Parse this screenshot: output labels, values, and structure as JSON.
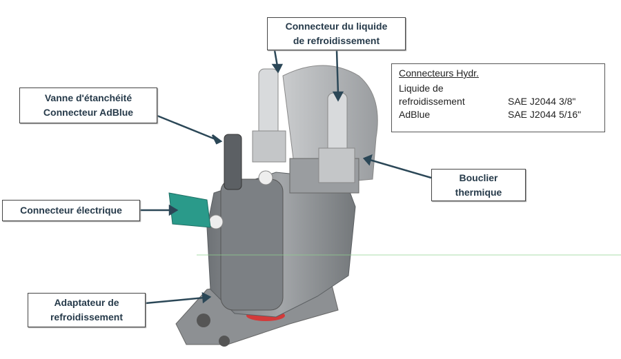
{
  "callouts": {
    "coolant_connector": [
      "Connecteur du liquide",
      "de refroidissement"
    ],
    "sealing_valve": [
      "Vanne d'étanchéité",
      "Connecteur AdBlue"
    ],
    "electrical_connector": "Connecteur électrique",
    "cooling_adapter": [
      "Adaptateur de",
      "refroidissement"
    ],
    "heat_shield": [
      "Bouclier",
      "thermique"
    ]
  },
  "spec_table": {
    "title": "Connecteurs Hydr.",
    "rows": [
      {
        "label_line1": "Liquide de",
        "label_line2": "refroidissement",
        "value": "SAE J2044 3/8\""
      },
      {
        "label": "AdBlue",
        "value": "SAE J2044 5/16\""
      }
    ]
  },
  "colors": {
    "part_gray": "#8a8d90",
    "connector_teal": "#2a9a8a",
    "label_text": "#263a4a",
    "seal_red": "#d33a3a"
  }
}
